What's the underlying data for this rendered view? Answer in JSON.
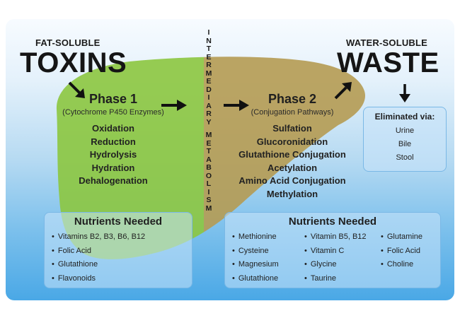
{
  "left_header": {
    "pretitle": "FAT-SOLUBLE",
    "title": "TOXINS"
  },
  "right_header": {
    "pretitle": "WATER-SOLUBLE",
    "title": "WASTE"
  },
  "center_label": "INTERMEDIARY METABOLISM",
  "phase1": {
    "title": "Phase 1",
    "subtitle": "(Cytochrome P450 Enzymes)",
    "processes": [
      "Oxidation",
      "Reduction",
      "Hydrolysis",
      "Hydration",
      "Dehalogenation"
    ]
  },
  "phase2": {
    "title": "Phase 2",
    "subtitle": "(Conjugation Pathways)",
    "processes": [
      "Sulfation",
      "Glucoronidation",
      "Glutathione Conjugation",
      "Acetylation",
      "Amino Acid Conjugation",
      "Methylation"
    ]
  },
  "elimination": {
    "title": "Eliminated via:",
    "routes": [
      "Urine",
      "Bile",
      "Stool"
    ]
  },
  "nutrients_phase1": {
    "title": "Nutrients Needed",
    "items": [
      "Vitamins B2, B3, B6, B12",
      "Folic Acid",
      "Glutathione",
      "Flavonoids"
    ]
  },
  "nutrients_phase2": {
    "title": "Nutrients Needed",
    "columns": [
      [
        "Methionine",
        "Cysteine",
        "Magnesium",
        "Glutathione"
      ],
      [
        "Vitamin B5, B12",
        "Vitamin C",
        "Glycine",
        "Taurine"
      ],
      [
        "Glutamine",
        "Folic Acid",
        "Choline"
      ]
    ]
  },
  "colors": {
    "liver_phase1": "#8cc63f",
    "liver_phase2": "#b59b52",
    "box_border": "#7ab8e6",
    "text_dark": "#1b1b1b"
  },
  "icons": [
    "arrow-down-right-icon",
    "arrow-right-icon",
    "arrow-up-right-icon",
    "arrow-down-icon"
  ]
}
